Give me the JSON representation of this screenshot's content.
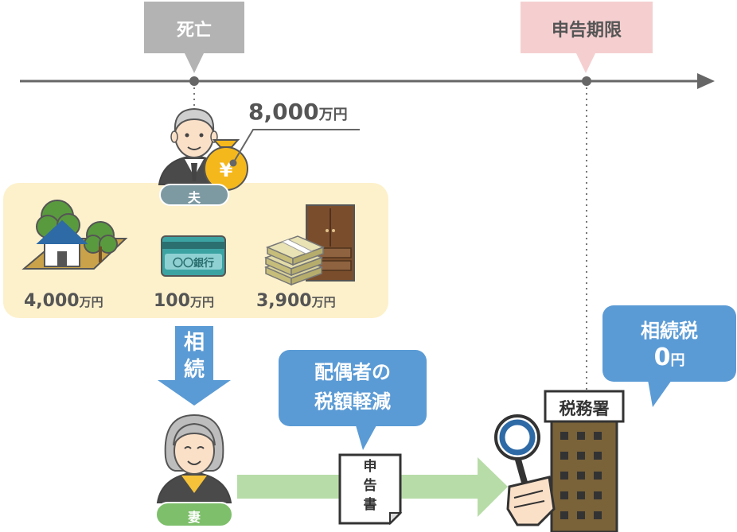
{
  "timeline": {
    "death_label": "死亡",
    "deadline_label": "申告期限"
  },
  "husband": {
    "label": "夫",
    "total_amount": "8,000",
    "unit": "万円"
  },
  "assets": [
    {
      "icon": "house-icon",
      "amount": "4,000",
      "unit": "万円"
    },
    {
      "icon": "bank-card-icon",
      "amount": "100",
      "unit": "万円",
      "card_text": "〇〇銀行"
    },
    {
      "icon": "money-bundle-icon",
      "amount": "3,900",
      "unit": "万円"
    }
  ],
  "inheritance_arrow_label": "相\n続",
  "wife": {
    "label": "妻"
  },
  "spouse_relief_callout": "配偶者の\n税額軽減",
  "document": {
    "label": "申\n告\n書"
  },
  "tax_office": {
    "sign": "税務署"
  },
  "tax_result": {
    "label": "相続税",
    "amount": "0",
    "unit": "円"
  },
  "colors": {
    "timeline": "#666666",
    "death_tag": "#b3b3b3",
    "deadline_tag": "#f5cfd0",
    "asset_panel": "#fdf1cc",
    "down_arrow": "#5b9bd5",
    "flow_arrow": "#b8dca8",
    "callout": "#5b9bd5",
    "husband_label": "#7d9aa3",
    "wife_label": "#7dbf6a",
    "building": "#7a6239"
  }
}
